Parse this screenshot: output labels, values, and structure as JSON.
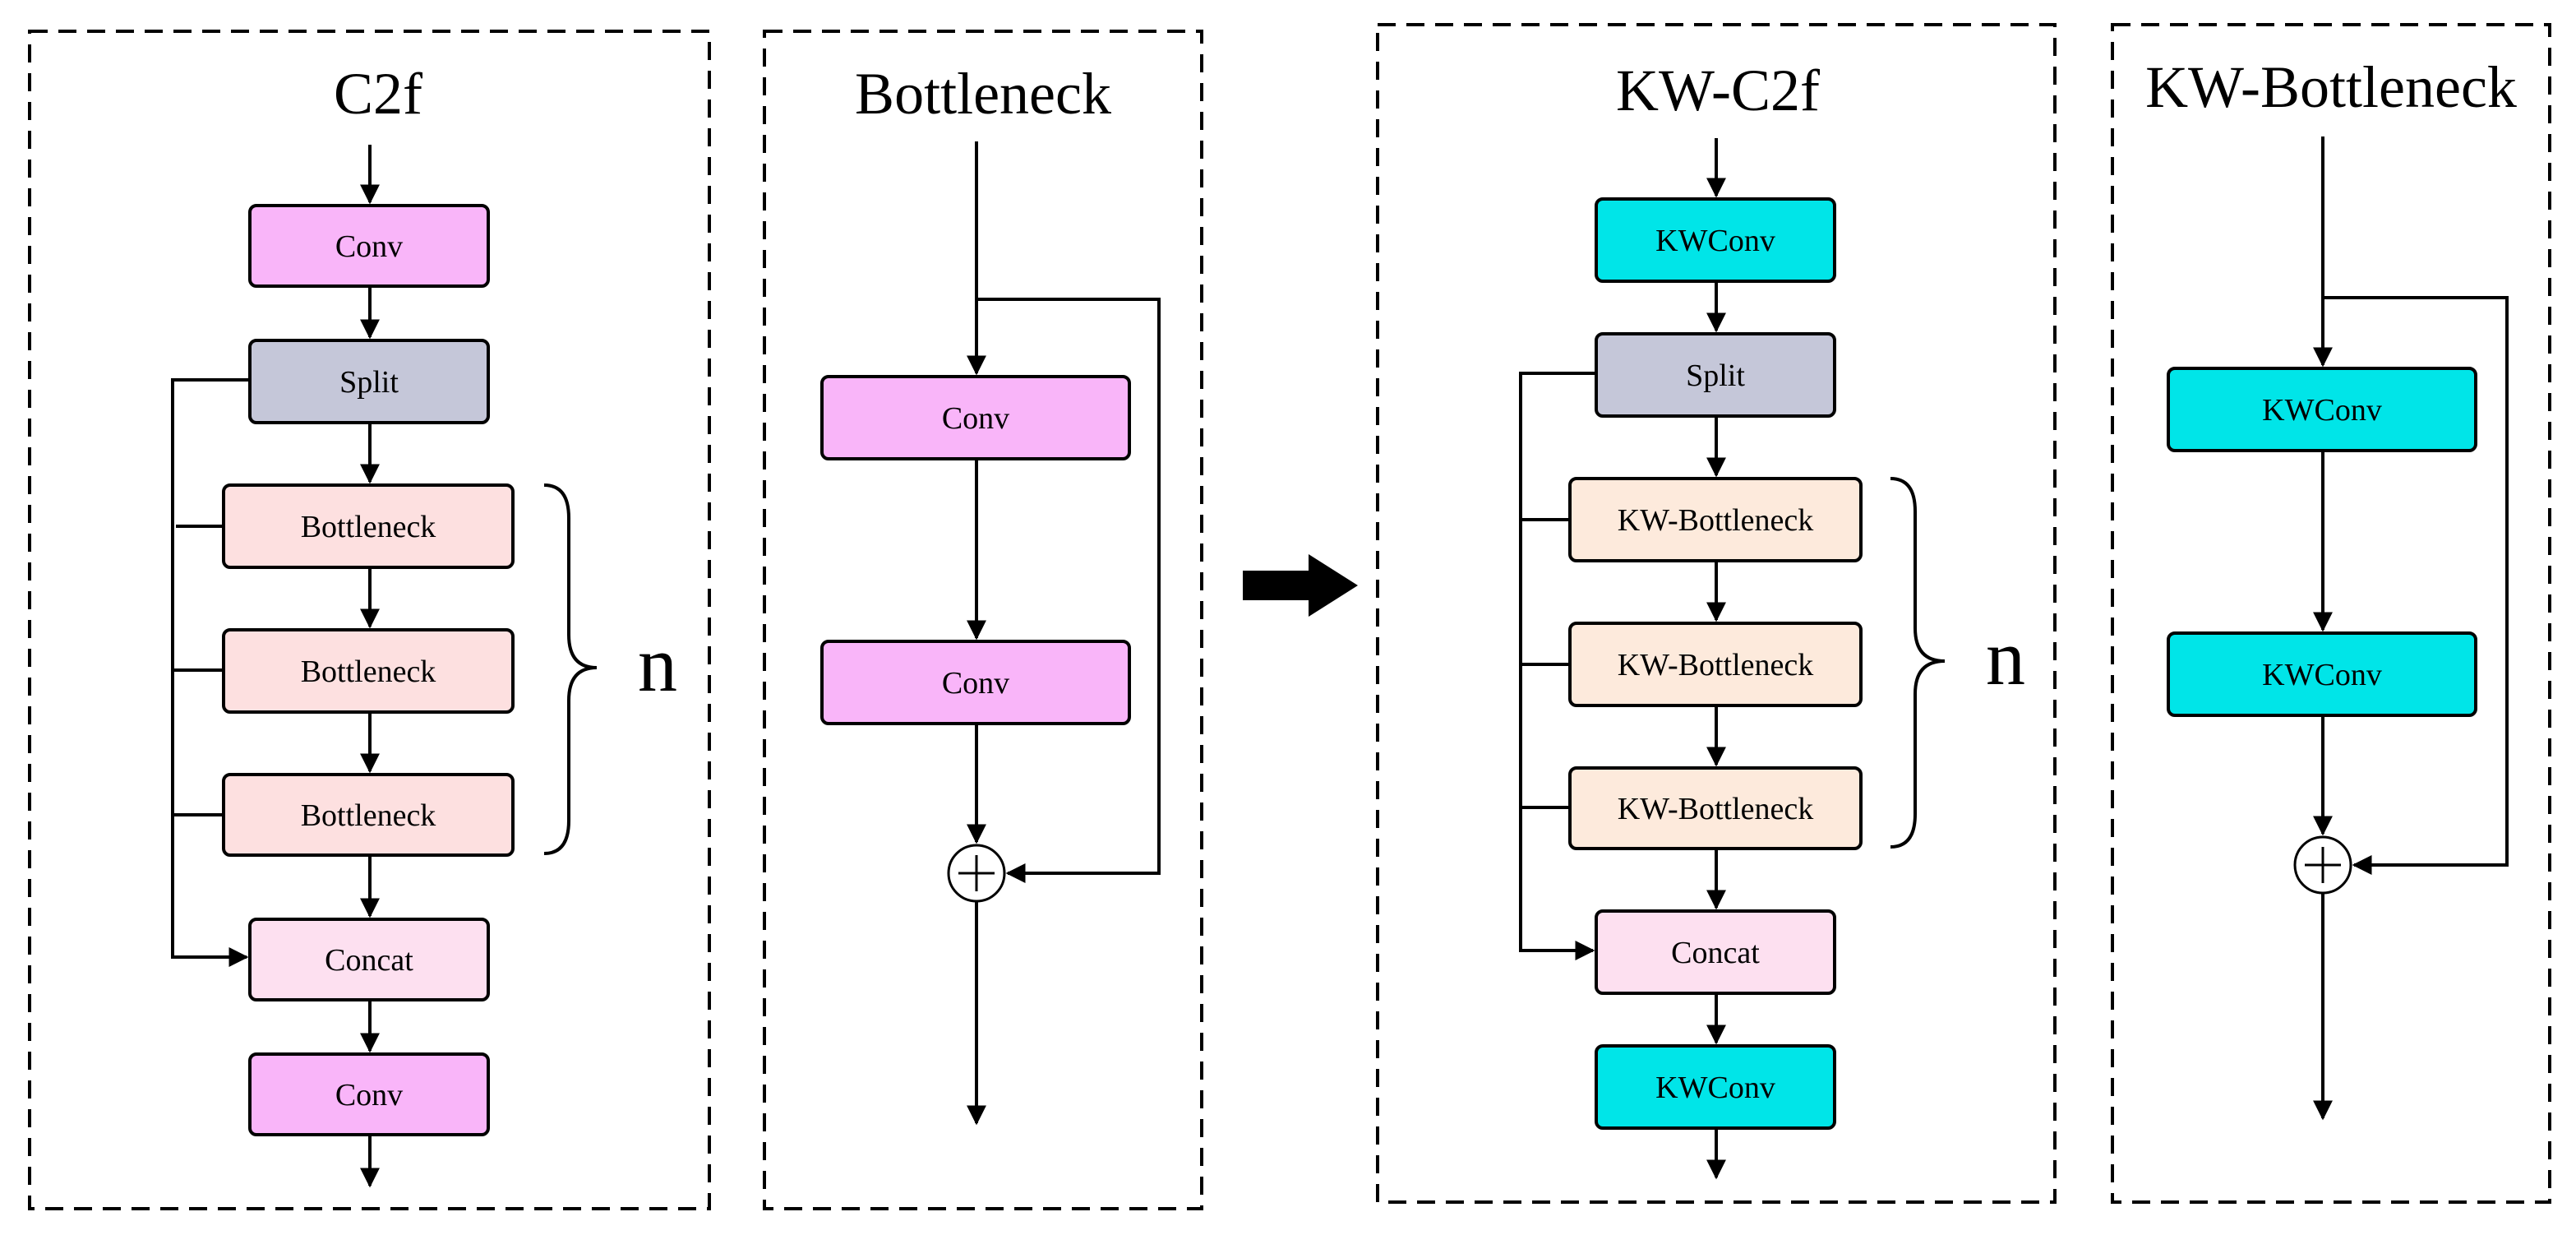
{
  "colors": {
    "conv": "#F9B5F9",
    "split": "#C5C7D9",
    "bottleneck": "#FDE0E0",
    "concat": "#FDE0F0",
    "kwconv": "#00E5E8",
    "kw_bottleneck": "#FDEADC",
    "stroke": "#000000"
  },
  "icons": {
    "arrow": "right-arrow-icon",
    "sum": "plus-circle-icon"
  },
  "panels": {
    "c2f": {
      "title": "C2f",
      "conv_top": "Conv",
      "split": "Split",
      "bottleneck_1": "Bottleneck",
      "bottleneck_2": "Bottleneck",
      "bottleneck_3": "Bottleneck",
      "concat": "Concat",
      "conv_bottom": "Conv",
      "repeat_label": "n"
    },
    "bottleneck": {
      "title": "Bottleneck",
      "conv_1": "Conv",
      "conv_2": "Conv"
    },
    "kw_c2f": {
      "title": "KW-C2f",
      "kwconv_top": "KWConv",
      "split": "Split",
      "kw_bottleneck_1": "KW-Bottleneck",
      "kw_bottleneck_2": "KW-Bottleneck",
      "kw_bottleneck_3": "KW-Bottleneck",
      "concat": "Concat",
      "kwconv_bottom": "KWConv",
      "repeat_label": "n"
    },
    "kw_bottleneck": {
      "title": "KW-Bottleneck",
      "kwconv_1": "KWConv",
      "kwconv_2": "KWConv"
    }
  }
}
